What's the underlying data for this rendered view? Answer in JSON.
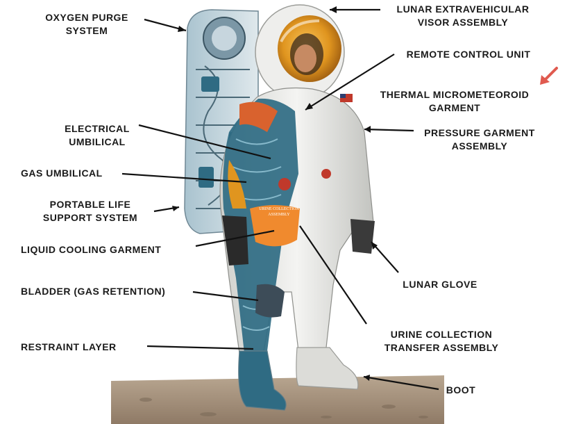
{
  "diagram": {
    "labels": {
      "oxygen_purge": [
        "OXYGEN PURGE",
        "SYSTEM"
      ],
      "visor": [
        "LUNAR EXTRAVEHICULAR",
        "VISOR ASSEMBLY"
      ],
      "remote_control": [
        "REMOTE CONTROL UNIT"
      ],
      "thermal": [
        "THERMAL MICROMETEOROID",
        "GARMENT"
      ],
      "electrical": [
        "ELECTRICAL",
        "UMBILICAL"
      ],
      "pressure": [
        "PRESSURE GARMENT",
        "ASSEMBLY"
      ],
      "gas": [
        "GAS UMBILICAL"
      ],
      "plss": [
        "PORTABLE LIFE",
        "SUPPORT SYSTEM"
      ],
      "cooling": [
        "LIQUID COOLING GARMENT"
      ],
      "bladder": [
        "BLADDER (GAS RETENTION)"
      ],
      "glove": [
        "LUNAR GLOVE"
      ],
      "urine": [
        "URINE COLLECTION",
        "TRANSFER ASSEMBLY"
      ],
      "restraint": [
        "RESTRAINT LAYER"
      ],
      "boot": [
        "BOOT"
      ]
    },
    "inset_text": [
      "URINE COLLECTION",
      "ASSEMBLY"
    ],
    "colors": {
      "suit_white": "#eeeeec",
      "suit_shadow": "#c8c9c6",
      "cutaway_blue": "#2f6b83",
      "visor_gold": "#e0951f",
      "ground": "#a08c78",
      "accent_red_arrow": "#e05a4f"
    }
  }
}
